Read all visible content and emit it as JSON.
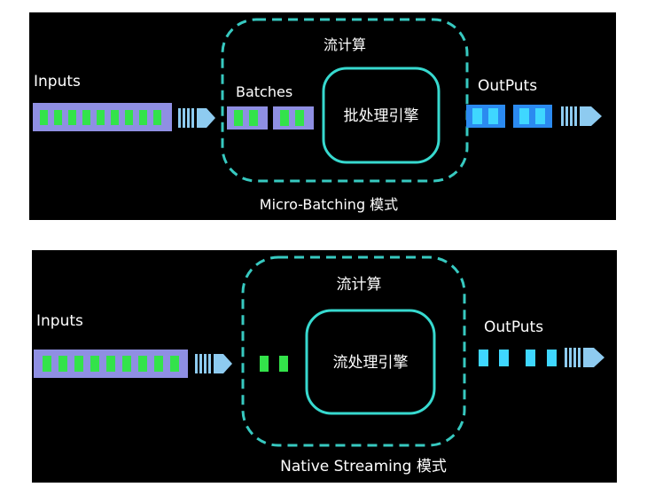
{
  "micro_batching": {
    "inputs_label": "Inputs",
    "outputs_label": "OutPuts",
    "stream_label": "流计算",
    "batches_label": "Batches",
    "engine_label": "批处理引擎",
    "mode_label": "Micro-Batching 模式"
  },
  "native_streaming": {
    "inputs_label": "Inputs",
    "outputs_label": "OutPuts",
    "stream_label": "流计算",
    "engine_label": "流处理引擎",
    "mode_label": "Native Streaming 模式"
  },
  "colors": {
    "panel_bg": "#000000",
    "inputs_bar": "#8f8fe3",
    "inputs_cell": "#33e34a",
    "arrow": "#8ecbf0",
    "batch_box": "#8f8fe3",
    "dashed_border": "#37c9c0",
    "engine_border": "#37d9cf",
    "output_cell": "#3fd7ff",
    "output_box": "#2b8af0",
    "text": "#ffffff"
  }
}
